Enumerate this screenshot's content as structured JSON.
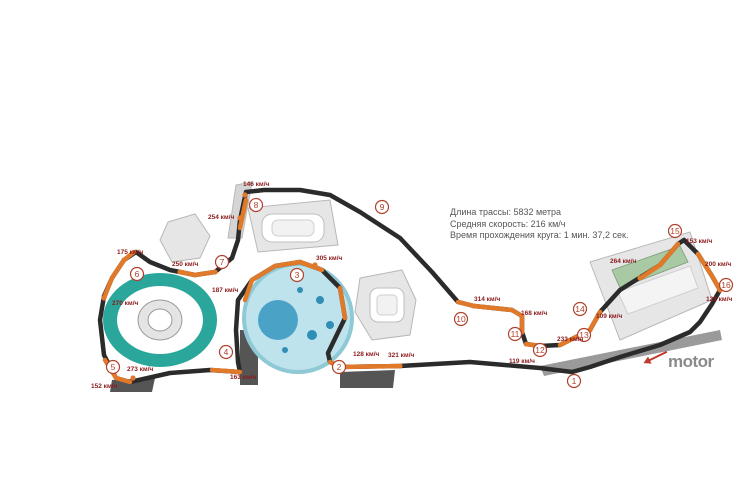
{
  "info": {
    "length": "Длина трассы: 5832 метра",
    "avg_speed": "Средняя скорость: 216 км/ч",
    "lap_time": "Время прохождения круга: 1 мин. 37,2 сек."
  },
  "brand": "motor",
  "colors": {
    "track": "#2b2b2b",
    "braking_zone": "#e07a2a",
    "corner_marker": "#b0402b",
    "speed_label": "#8b1a1a",
    "arena_teal": "#2aa69a",
    "park_blue": "#7ec8d8"
  },
  "corners": [
    "1",
    "2",
    "3",
    "4",
    "5",
    "6",
    "7",
    "8",
    "9",
    "10",
    "11",
    "12",
    "13",
    "14",
    "15",
    "16"
  ],
  "speeds": [
    "146 км/ч",
    "254 км/ч",
    "175 км/ч",
    "250 км/ч",
    "305 км/ч",
    "187 км/ч",
    "270 км/ч",
    "273 км/ч",
    "152 км/ч",
    "163 км/ч",
    "128 км/ч",
    "321 км/ч",
    "314 км/ч",
    "168 км/ч",
    "119 км/ч",
    "233 км/ч",
    "109 км/ч",
    "264 км/ч",
    "153 км/ч",
    "200 км/ч",
    "128 км/ч"
  ]
}
